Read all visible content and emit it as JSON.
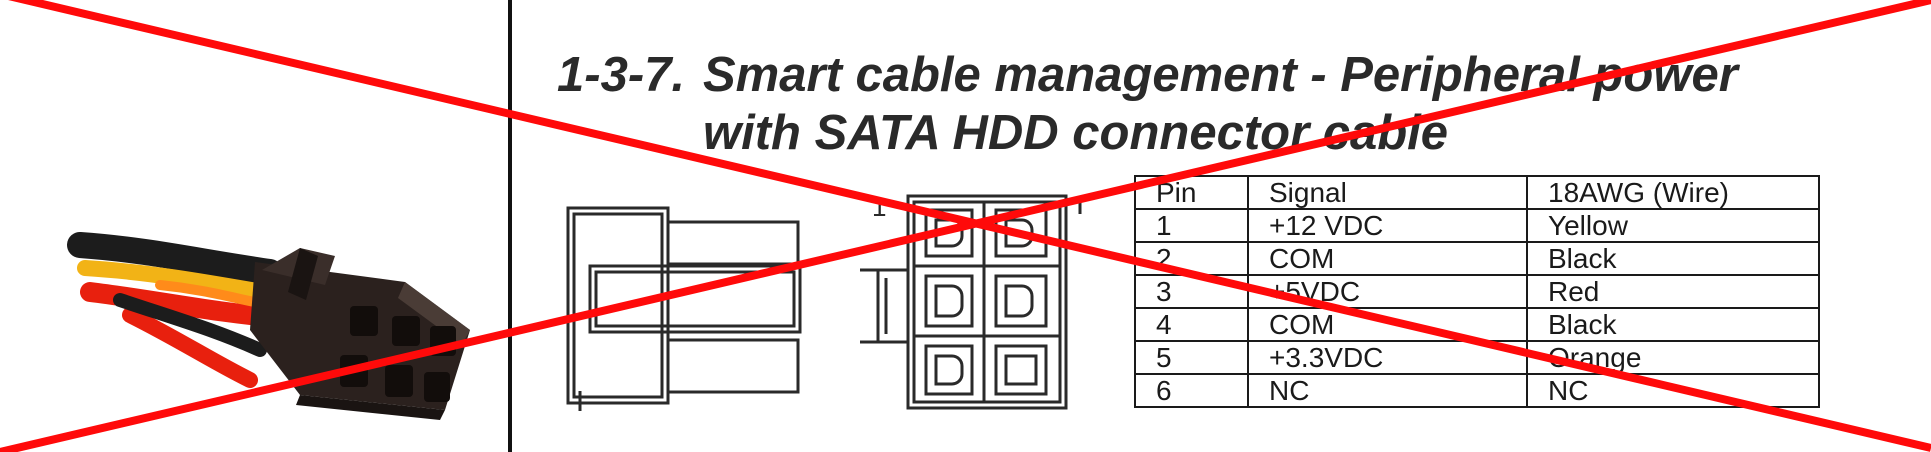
{
  "section": {
    "number": "1-3-7.",
    "title_line1": "Smart cable management - Peripheral power",
    "title_line2": "with SATA HDD connector cable"
  },
  "pin_table": {
    "headers": [
      "Pin",
      "Signal",
      "18AWG (Wire)"
    ],
    "rows": [
      [
        "1",
        "+12 VDC",
        "Yellow"
      ],
      [
        "2",
        "COM",
        "Black"
      ],
      [
        "3",
        "+5VDC",
        "Red"
      ],
      [
        "4",
        "COM",
        "Black"
      ],
      [
        "5",
        "+3.3VDC",
        "Orange"
      ],
      [
        "6",
        "NC",
        "NC"
      ]
    ]
  },
  "diagram": {
    "pin1_marker": "1"
  },
  "colors": {
    "cross": "#ff0a0a",
    "wire_yellow": "#f2b316",
    "wire_red": "#e8200e",
    "wire_black": "#1c1c1c",
    "connector": "#2b211e"
  }
}
